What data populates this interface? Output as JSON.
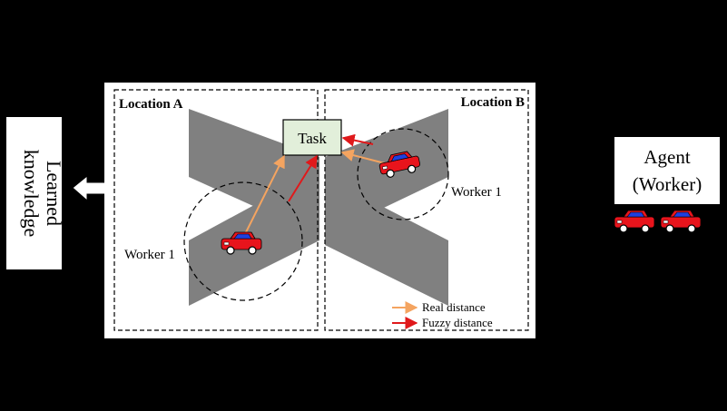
{
  "diagram": {
    "location_a": "Location A",
    "location_b": "Location B",
    "task": "Task",
    "worker_left": "Worker 1",
    "worker_right": "Worker 1",
    "learned_knowledge_line1": "Learned",
    "learned_knowledge_line2": "knowledge",
    "agent_line1": "Agent",
    "agent_line2": "(Worker)",
    "legend": {
      "real_distance": "Real distance",
      "fuzzy_distance": "Fuzzy distance"
    }
  },
  "colors": {
    "background": "#000000",
    "road": "#808080",
    "task_box": "#e2efda",
    "real_distance_arrow": "#f4a460",
    "fuzzy_distance_arrow": "#e0191b",
    "car_body": "#e8141c",
    "car_roof": "#1f3fe0"
  },
  "icons": [
    "car-icon",
    "left-arrow-icon"
  ]
}
